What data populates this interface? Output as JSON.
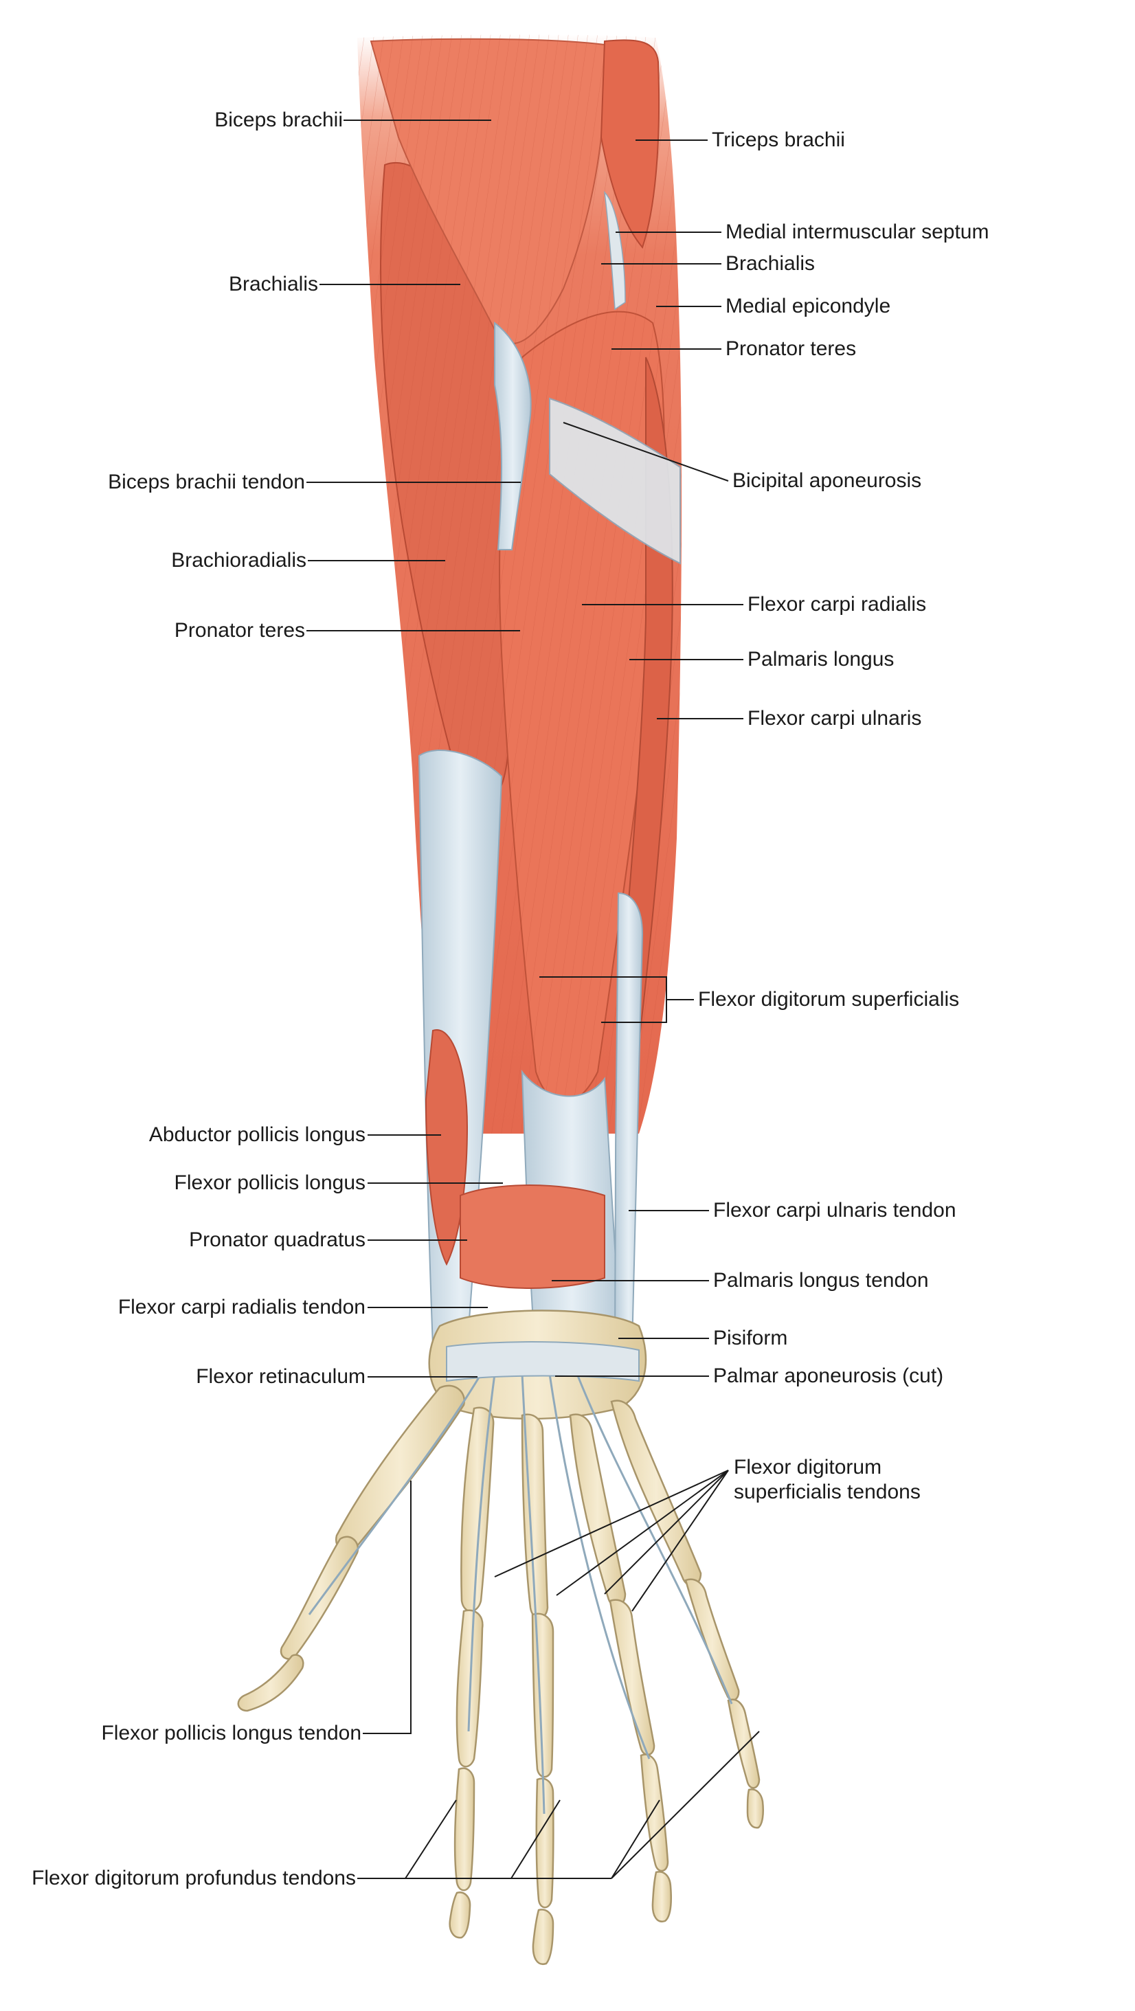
{
  "colors": {
    "muscle": "#e8735a",
    "muscle_light": "#f29a80",
    "muscle_dark": "#c9553e",
    "tendon": "#cfdfe8",
    "tendon_edge": "#8fa9bb",
    "bone": "#efe2bf",
    "bone_edge": "#a8956a",
    "leader": "#1a1a1a"
  },
  "labels_left": [
    "Biceps brachii",
    "Brachialis",
    "Biceps brachii tendon",
    "Brachioradialis",
    "Pronator teres",
    "Abductor pollicis longus",
    "Flexor pollicis longus",
    "Pronator quadratus",
    "Flexor carpi radialis tendon",
    "Flexor retinaculum",
    "Flexor pollicis longus tendon",
    "Flexor digitorum profundus tendons"
  ],
  "labels_right": [
    "Triceps brachii",
    "Medial intermuscular septum",
    "Brachialis",
    "Medial epicondyle",
    "Pronator teres",
    "Bicipital aponeurosis",
    "Flexor carpi radialis",
    "Palmaris longus",
    "Flexor carpi ulnaris",
    "Flexor digitorum superficialis",
    "Flexor carpi ulnaris tendon",
    "Palmaris longus tendon",
    "Pisiform",
    "Palmar aponeurosis (cut)",
    "Flexor digitorum superficialis tendons"
  ]
}
